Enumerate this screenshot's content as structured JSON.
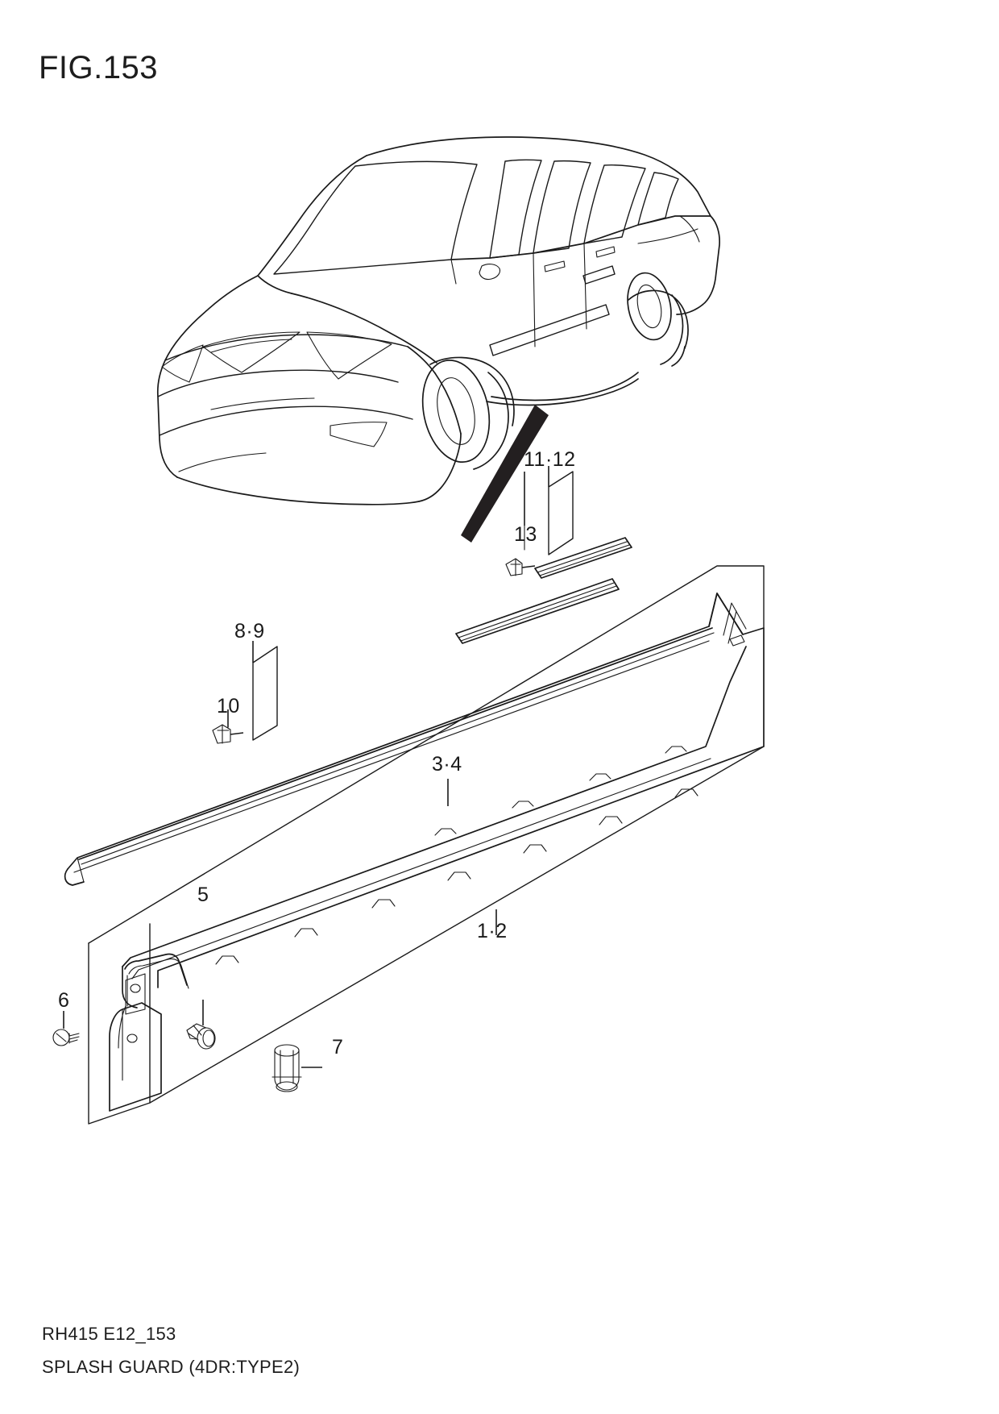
{
  "figure": {
    "title": "FIG.153",
    "footer_code": "RH415 E12_153",
    "footer_name": "SPLASH GUARD (4DR:TYPE2)"
  },
  "callouts": [
    {
      "id": "c11_12",
      "label": "11·12"
    },
    {
      "id": "c13",
      "label": "13"
    },
    {
      "id": "c8_9",
      "label": "8·9"
    },
    {
      "id": "c10",
      "label": "10"
    },
    {
      "id": "c3_4",
      "label": "3·4"
    },
    {
      "id": "c1_2",
      "label": "1·2"
    },
    {
      "id": "c5",
      "label": "5"
    },
    {
      "id": "c6",
      "label": "6"
    },
    {
      "id": "c7",
      "label": "7"
    }
  ],
  "icons": {
    "vehicle": "sedan-4dr-line-drawing",
    "rear_molding": "rear-door-side-molding",
    "front_molding": "front-door-side-molding",
    "side_sill_splash_guard": "side-sill-splash-guard",
    "clip_13": "trim-clip-fastener",
    "clip_10": "trim-clip-fastener",
    "clip_5": "push-pin-clip",
    "screw_6": "screw-fastener",
    "nut_7": "flange-nut"
  },
  "colors": {
    "line": "#1a1a1a",
    "fill": "#ffffff",
    "solid": "#231f20",
    "background": "#ffffff"
  }
}
